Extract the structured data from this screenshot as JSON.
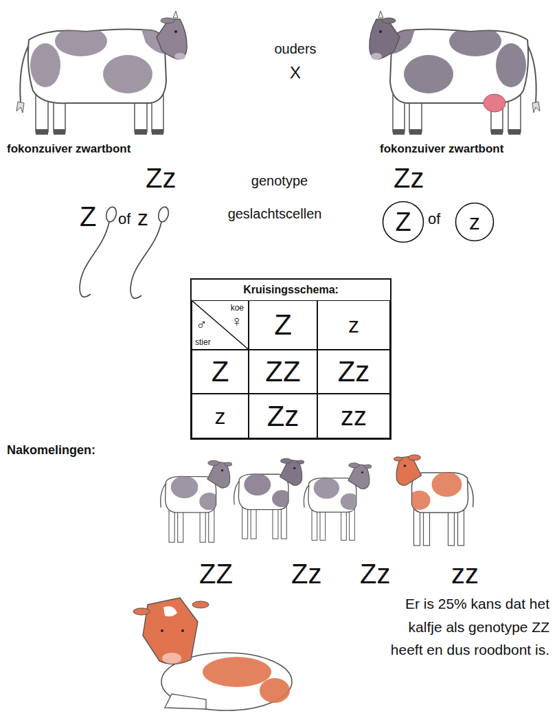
{
  "diagram": {
    "nodes": [
      {
        "text": [
          "Z"
        ]
      },
      {
        "text": [
          "z"
        ]
      },
      {
        "text": [
          "Kruisingsschema:"
        ]
      },
      {
        "text": [
          "koe",
          "♀",
          "♂",
          "stier"
        ],
        "in": 2
      },
      {
        "text": [
          "Z"
        ],
        "in": 2
      },
      {
        "text": [
          "z"
        ],
        "in": 2
      },
      {
        "text": [
          "Z"
        ],
        "in": 2
      },
      {
        "text": [
          "ZZ"
        ],
        "in": 2
      },
      {
        "text": [
          "Zz"
        ],
        "in": 2
      },
      {
        "text": [
          "z"
        ],
        "in": 2
      },
      {
        "text": [
          "Zz"
        ],
        "in": 2
      },
      {
        "text": [
          "zz"
        ],
        "in": 2
      }
    ],
    "edges": [],
    "labels": [
      "ouders",
      "X",
      "fokonzuiver zwartbont",
      "fokonzuiver zwartbont",
      "Zz",
      "genotype",
      "Zz",
      "Z",
      "of",
      "z",
      "geslachtscellen",
      "of",
      "Nakomelingen:",
      "ZZ",
      "Zz",
      "Zz",
      "zz",
      "Er is 25% kans dat het kalfje als genotype ZZ heeft en dus roodbont is."
    ]
  }
}
